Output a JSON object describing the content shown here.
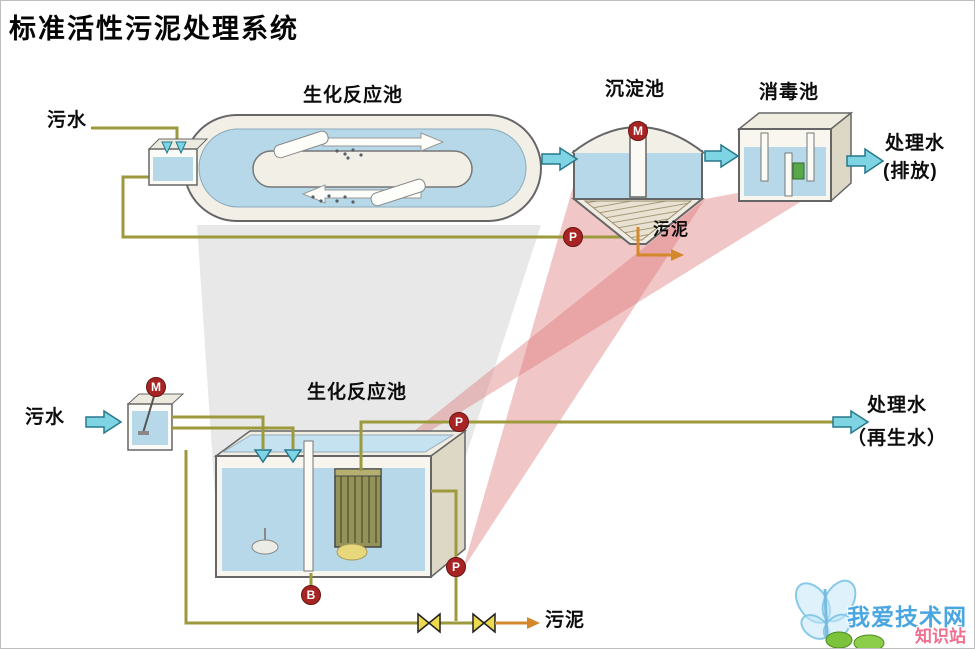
{
  "title": "标准活性污泥处理系统",
  "symbols": {
    "motor": "M",
    "pump": "P",
    "blower": "B"
  },
  "top_diagram": {
    "influent_label": "污水",
    "bioreactor_label": "生化反应池",
    "sedimentation_label": "沉淀池",
    "disinfection_label": "消毒池",
    "effluent_label_line1": "处理水",
    "effluent_label_line2": "(排放)",
    "sludge_label": "污泥"
  },
  "bottom_diagram": {
    "influent_label": "污水",
    "bioreactor_label": "生化反应池",
    "effluent_label_line1": "处理水",
    "effluent_label_line2": "（再生水）",
    "sludge_label": "污泥"
  },
  "watermark": {
    "site_name": "我爱技术网",
    "sub_label": "知识站"
  },
  "colors": {
    "pipe_olive": "#9c9a3c",
    "sludge_orange": "#d4882c",
    "flow_arrow_cyan": "#7fd4e4",
    "water_blue": "#b6d8e8",
    "equipment_symbol_red": "#a82424",
    "highlight_pink": "#dc7878"
  }
}
